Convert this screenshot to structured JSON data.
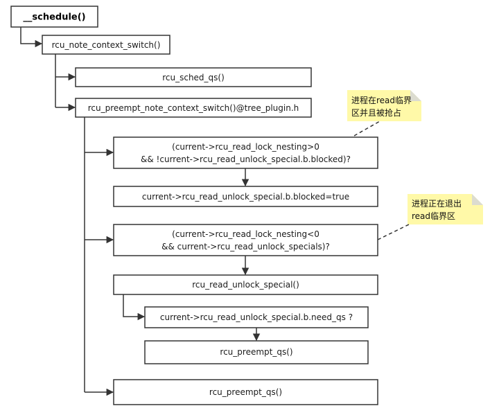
{
  "colors": {
    "box_stroke": "#333333",
    "box_fill": "#ffffff",
    "line": "#333333",
    "note_fill": "#fff9a8",
    "note_fold": "#e0e0d8"
  },
  "boxes": {
    "schedule": {
      "label": "__schedule()"
    },
    "note_context_switch": {
      "label": "rcu_note_context_switch()"
    },
    "sched_qs": {
      "label": "rcu_sched_qs()"
    },
    "preempt_note": {
      "label": "rcu_preempt_note_context_switch()@tree_plugin.h"
    },
    "cond_blocked": {
      "line1": "(current->rcu_read_lock_nesting>0",
      "line2": "&& !current->rcu_read_unlock_special.b.blocked)?"
    },
    "set_blocked": {
      "label": "current->rcu_read_unlock_special.b.blocked=true"
    },
    "cond_specials": {
      "line1": "(current->rcu_read_lock_nesting<0",
      "line2": "&& current->rcu_read_unlock_specials)?"
    },
    "unlock_special": {
      "label": "rcu_read_unlock_special()"
    },
    "need_qs": {
      "label": "current->rcu_read_unlock_special.b.need_qs ?"
    },
    "preempt_qs_inner": {
      "label": "rcu_preempt_qs()"
    },
    "preempt_qs_outer": {
      "label": "rcu_preempt_qs()"
    }
  },
  "notes": {
    "preempted": {
      "line1": "进程在read临界",
      "line2": "区并且被抢占"
    },
    "exiting": {
      "line1": "进程正在退出",
      "line2": "read临界区"
    }
  }
}
